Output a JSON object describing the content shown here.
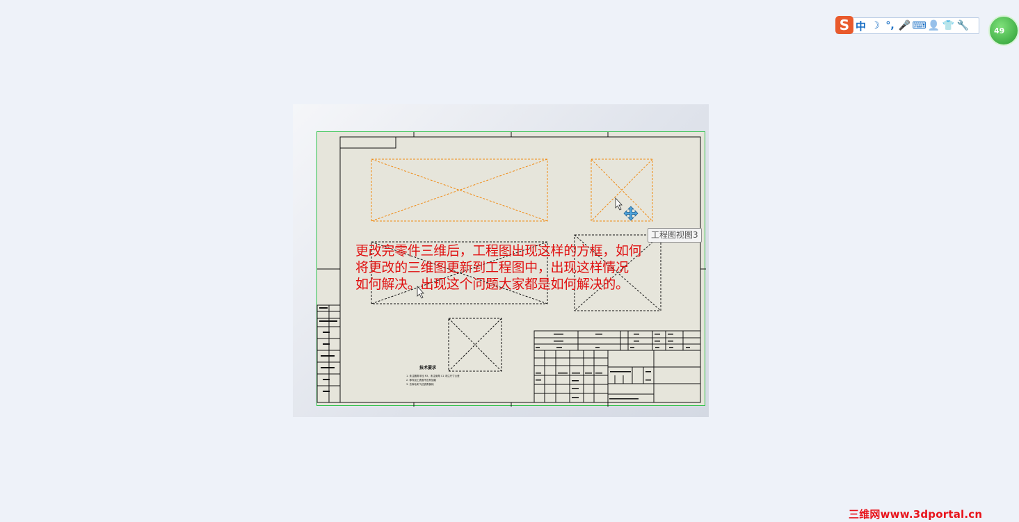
{
  "ime_toolbar": {
    "logo": "S",
    "buttons": [
      {
        "name": "chinese-mode",
        "label": "中"
      },
      {
        "name": "halfwidth-moon",
        "label": "☽"
      },
      {
        "name": "punctuation",
        "label": "°,"
      },
      {
        "name": "voice",
        "label": "🎤"
      },
      {
        "name": "keyboard",
        "label": "⌨"
      },
      {
        "name": "user",
        "label": "👤"
      },
      {
        "name": "skin",
        "label": "👕"
      },
      {
        "name": "tools",
        "label": "🔧"
      }
    ]
  },
  "notification_badge": {
    "count": "49"
  },
  "drawing": {
    "tooltip": "工程图视图3",
    "technical_requirements_title": "技术要求",
    "technical_requirements_lines": [
      "1. 未注圆角半径 R3，未注倒角 C1 未注尺寸公差",
      "2. 零件加工表面不应有划痕",
      "3. 去除毛刺飞边锐角倒钝"
    ]
  },
  "question_text": {
    "line1": "更改完零件三维后，工程图出现这样的方框，如何",
    "line2": "将更改的三维图更新到工程图中，出现这样情况",
    "line3": "如何解决。出现这个问题大家都是如何解决的。"
  },
  "watermark": "三维网www.3dportal.cn",
  "colors": {
    "sheet_fill": "#e6e5db",
    "view_placeholder_orange": "#f08a12",
    "sheet_border_green": "#33c24d",
    "question_red": "#e01010",
    "watermark_red": "#e8141b"
  }
}
